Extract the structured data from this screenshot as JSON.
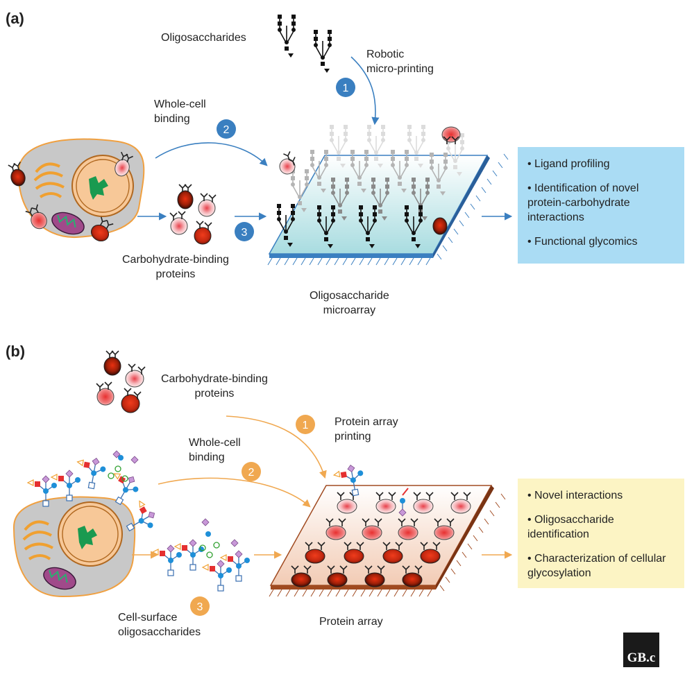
{
  "panel_a": {
    "letter": "(a)",
    "oligosaccharides_label": "Oligosaccharides",
    "robotic_label": [
      "Robotic",
      "micro-printing"
    ],
    "whole_cell_label": [
      "Whole-cell",
      "binding"
    ],
    "cbp_label": [
      "Carbohydrate-binding",
      "proteins"
    ],
    "array_label": [
      "Oligosaccharide",
      "microarray"
    ],
    "steps": [
      "1",
      "2",
      "3"
    ],
    "outcomes": [
      "• Ligand profiling",
      "• Identification of novel protein-carbohydrate interactions",
      "• Functional glycomics"
    ],
    "colors": {
      "accent": "#3a7fc0",
      "box": "#aadcf4"
    }
  },
  "panel_b": {
    "letter": "(b)",
    "cbp_label": [
      "Carbohydrate-binding",
      "proteins"
    ],
    "protein_printing_label": [
      "Protein array",
      "printing"
    ],
    "whole_cell_label": [
      "Whole-cell",
      "binding"
    ],
    "cell_surface_label": [
      "Cell-surface",
      "oligosaccharides"
    ],
    "array_label": "Protein array",
    "steps": [
      "1",
      "2",
      "3"
    ],
    "outcomes": [
      "• Novel interactions",
      "• Oligosaccharide identification",
      "• Characterization of cellular glycosylation"
    ],
    "colors": {
      "accent": "#f0a850",
      "box": "#fcf4c4"
    }
  },
  "logo": "GB.c"
}
